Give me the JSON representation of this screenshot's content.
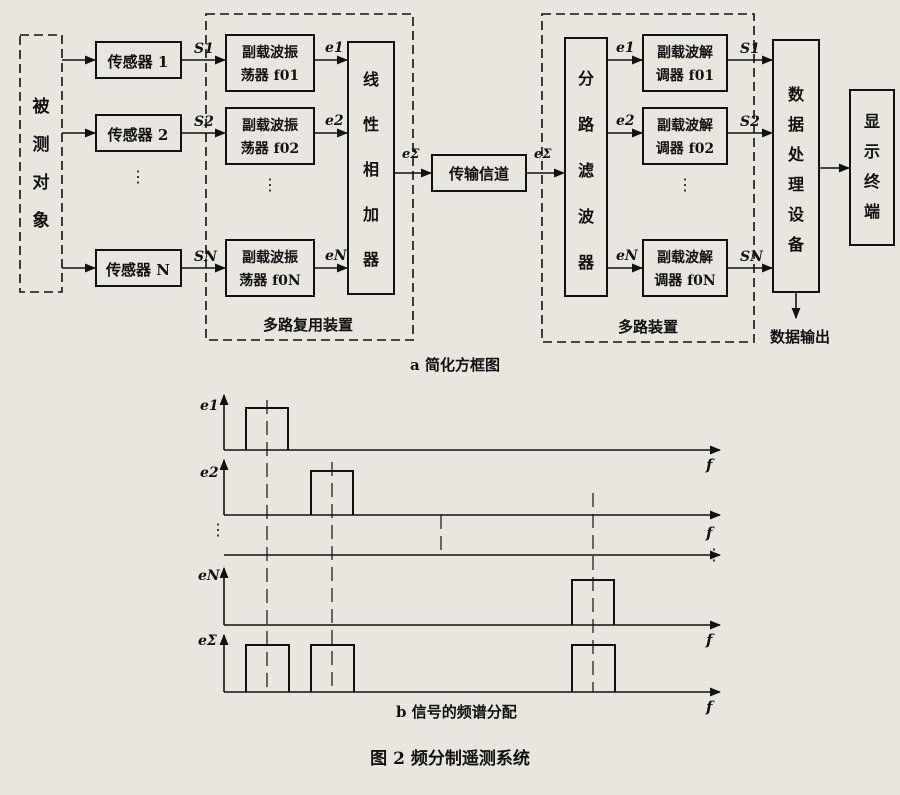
{
  "part_a": {
    "object": [
      "被",
      "测",
      "对",
      "象"
    ],
    "sensors": [
      "传感器 1",
      "传感器 2",
      "传感器 N"
    ],
    "sensor_signals": [
      "S1",
      "S2",
      "SN"
    ],
    "oscillator_line1": "副载波振",
    "oscillator_line2": [
      "荡器 f01",
      "荡器 f02",
      "荡器 f0N"
    ],
    "carriers": [
      "e1",
      "e2",
      "eN"
    ],
    "adder": [
      "线",
      "性",
      "相",
      "加",
      "器"
    ],
    "sum_signal": "eΣ",
    "channel": "传输信道",
    "filter": [
      "分",
      "路",
      "滤",
      "波",
      "器"
    ],
    "demod_line1": "副载波解",
    "demod_line2": [
      "调器 f01",
      "调器 f02",
      "调器 f0N"
    ],
    "output_signals": [
      "S1",
      "S2",
      "SN"
    ],
    "processor": [
      "数",
      "据",
      "处",
      "理",
      "设",
      "备"
    ],
    "display": [
      "显",
      "示",
      "终",
      "端"
    ],
    "mux_label": "多路复用装置",
    "demux_label": "多路装置",
    "data_output": "数据输出",
    "caption": "a   简化方框图",
    "vdots": "⋮"
  },
  "part_b": {
    "axis_labels": [
      "e1",
      "e2",
      "eN",
      "eΣ"
    ],
    "f_label": "f",
    "caption": "b   信号的频谱分配",
    "vdots": "⋮"
  },
  "figure_caption": "图 2    频分制遥测系统"
}
